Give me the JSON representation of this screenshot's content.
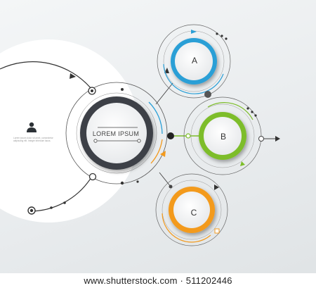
{
  "diagram": {
    "center_title": "LOREM IPSUM",
    "nodes": [
      {
        "id": "a",
        "label": "A",
        "color": "#2b9fd6"
      },
      {
        "id": "b",
        "label": "B",
        "color": "#7dbd2a"
      },
      {
        "id": "c",
        "label": "C",
        "color": "#f39a1e"
      }
    ],
    "center_ring_color": "#3d4146",
    "side_text": "Lorem ipsum dolor sit amet, consectetur adipiscing elit. Integer interdum lacus."
  },
  "watermark": "www.shutterstock.com · 511202446"
}
